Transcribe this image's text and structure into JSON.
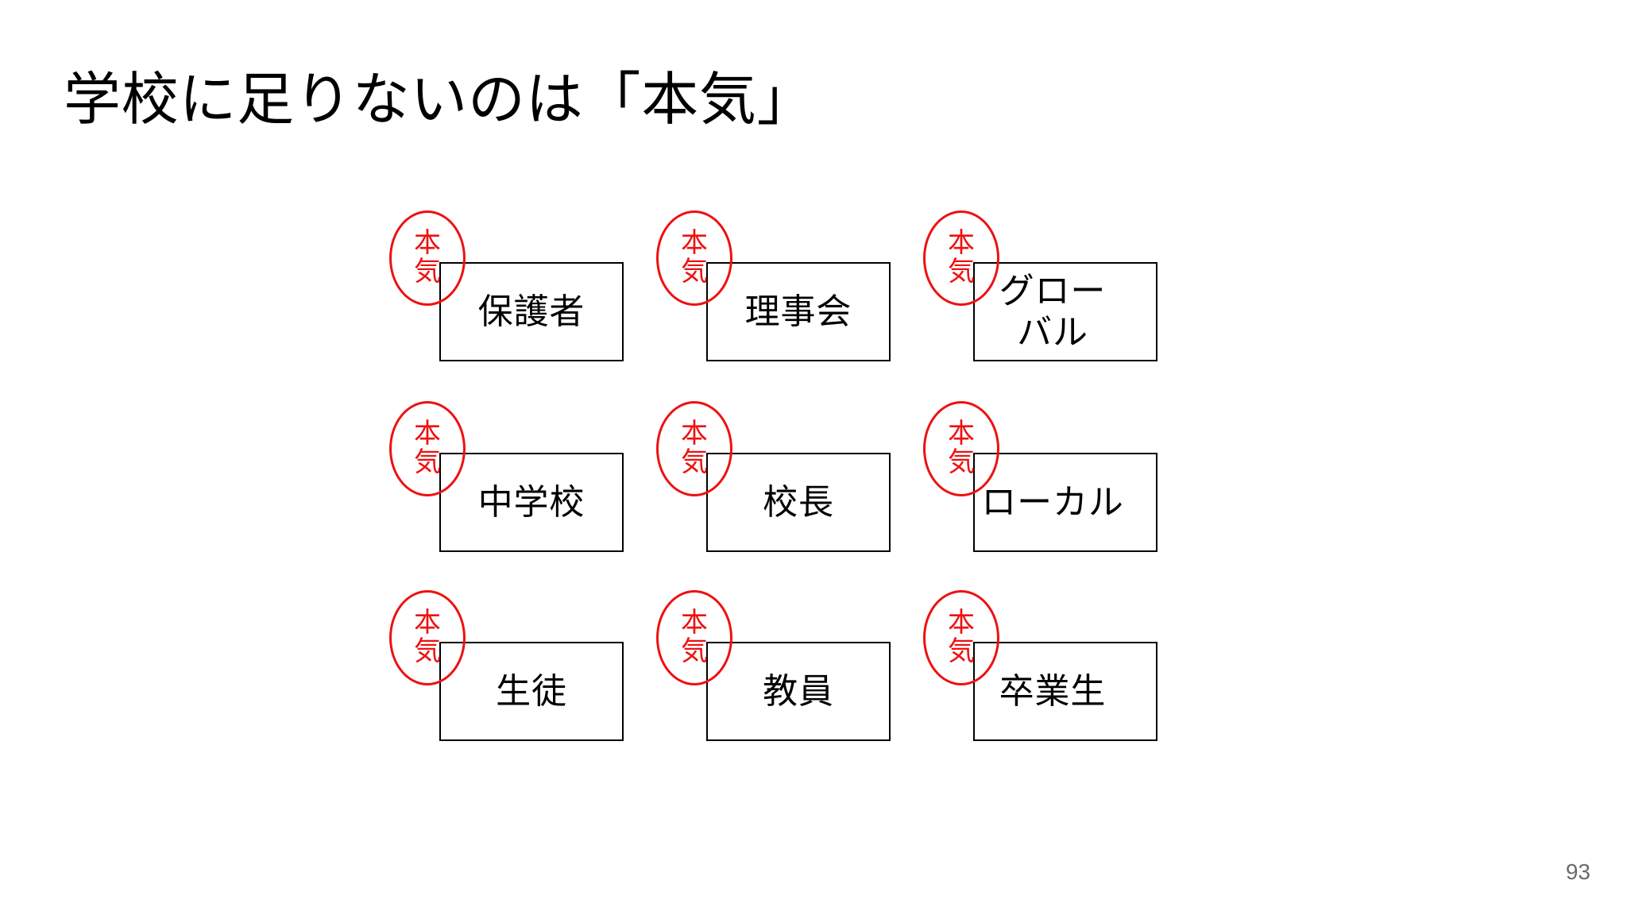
{
  "slide": {
    "title": "学校に足りないのは「本気」",
    "page_number": "93",
    "background_color": "#ffffff",
    "title_color": "#000000",
    "stamp_color": "#ee1111",
    "box_border_color": "#000000",
    "page_number_color": "#6b6b6b"
  },
  "stamp": {
    "char_top": "本",
    "char_bottom": "気",
    "full_text": "本気"
  },
  "grid": {
    "rows": 3,
    "columns": 3,
    "cells": [
      {
        "label": "保護者",
        "wrap": false,
        "shift": false
      },
      {
        "label": "理事会",
        "wrap": false,
        "shift": false
      },
      {
        "label": "グローバル",
        "wrap": true,
        "shift": true
      },
      {
        "label": "中学校",
        "wrap": false,
        "shift": false
      },
      {
        "label": "校長",
        "wrap": false,
        "shift": false
      },
      {
        "label": "ローカル",
        "wrap": false,
        "shift": true
      },
      {
        "label": "生徒",
        "wrap": false,
        "shift": false
      },
      {
        "label": "教員",
        "wrap": false,
        "shift": false
      },
      {
        "label": "卒業生",
        "wrap": false,
        "shift": true
      }
    ]
  }
}
